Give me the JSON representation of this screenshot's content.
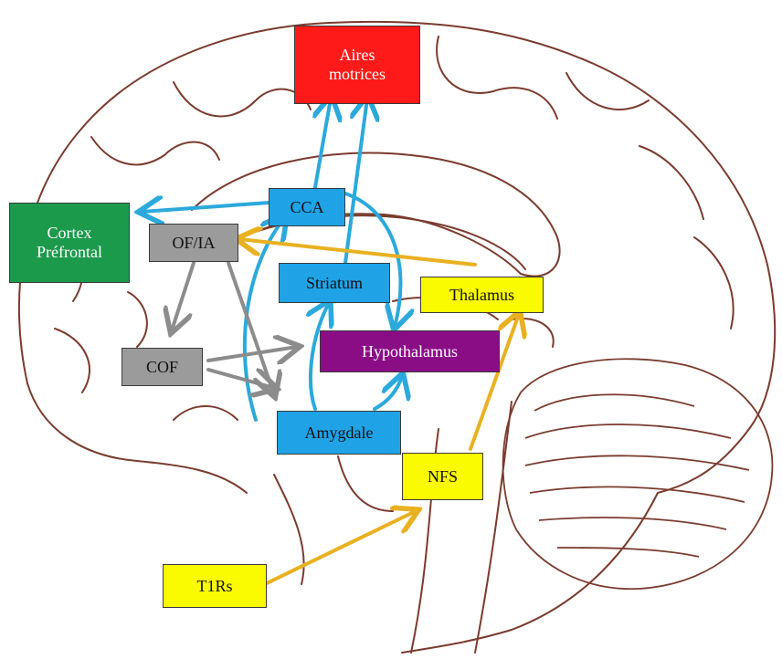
{
  "colors": {
    "brain_outline": "#7a3b2e",
    "brain_fill": "#fdf8ee",
    "blue_arrow": "#2ba9dc",
    "grey_arrow": "#8c8c8c",
    "gold_arrow": "#e9b020"
  },
  "nodes": {
    "aires_motrices": "Aires\nmotrices",
    "cortex_prefrontal": "Cortex\nPréfrontal",
    "cca": "CCA",
    "of_ia": "OF/IA",
    "striatum": "Striatum",
    "thalamus": "Thalamus",
    "hypothalamus": "Hypothalamus",
    "cof": "COF",
    "amygdale": "Amygdale",
    "nfs": "NFS",
    "t1rs": "T1Rs"
  }
}
